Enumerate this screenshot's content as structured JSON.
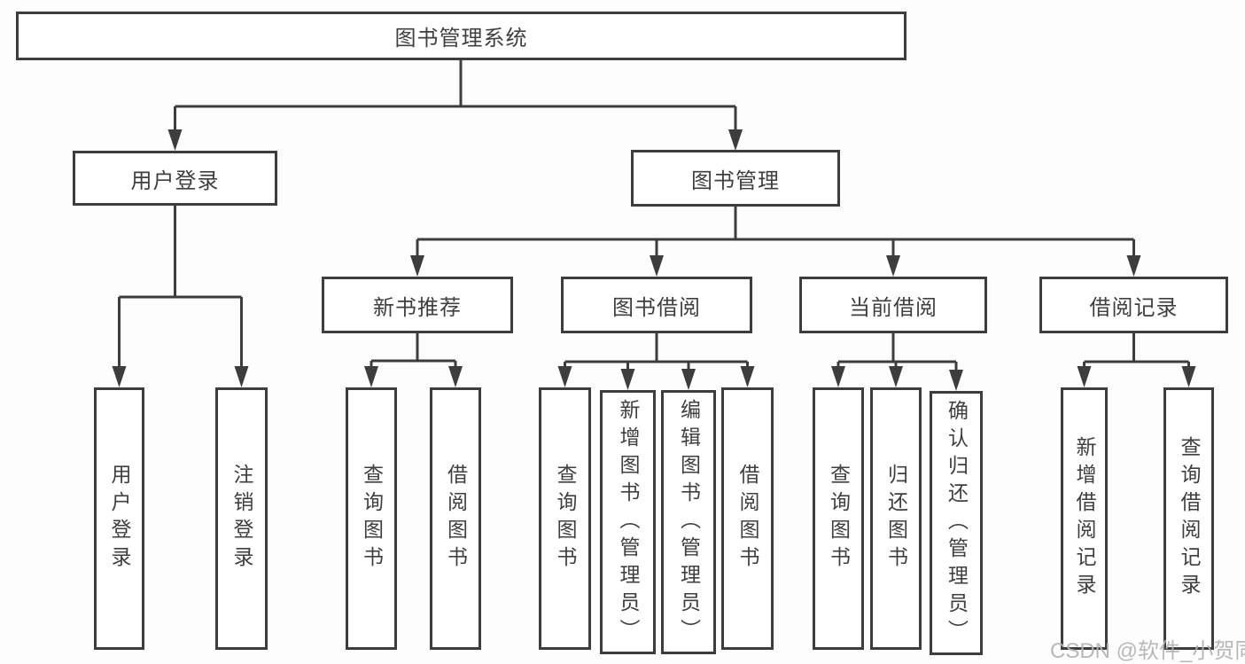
{
  "diagram": {
    "root": "图书管理系统",
    "level2": {
      "user_login": "用户登录",
      "book_mgmt": "图书管理"
    },
    "level3": {
      "new_books": "新书推荐",
      "book_borrow": "图书借阅",
      "current_borrow": "当前借阅",
      "borrow_records": "借阅记录"
    },
    "leaves": {
      "login": "用户登录",
      "logout": "注销登录",
      "nb_query": "查询图书",
      "nb_borrow": "借阅图书",
      "bb_query": "查询图书",
      "bb_add": "新增图书（管理员）",
      "bb_edit": "编辑图书（管理员）",
      "bb_borrow": "借阅图书",
      "cb_query": "查询图书",
      "cb_return": "归还图书",
      "cb_confirm": "确认归还（管理员）",
      "rec_add": "新增借阅记录",
      "rec_query": "查询借阅记录"
    }
  },
  "watermark": "CSDN @软件_小贺同学",
  "colors": {
    "line": "#3d3d3d",
    "text": "#3f3f3f",
    "background": "#fdfdfd",
    "watermark": "#b3b3b3"
  }
}
